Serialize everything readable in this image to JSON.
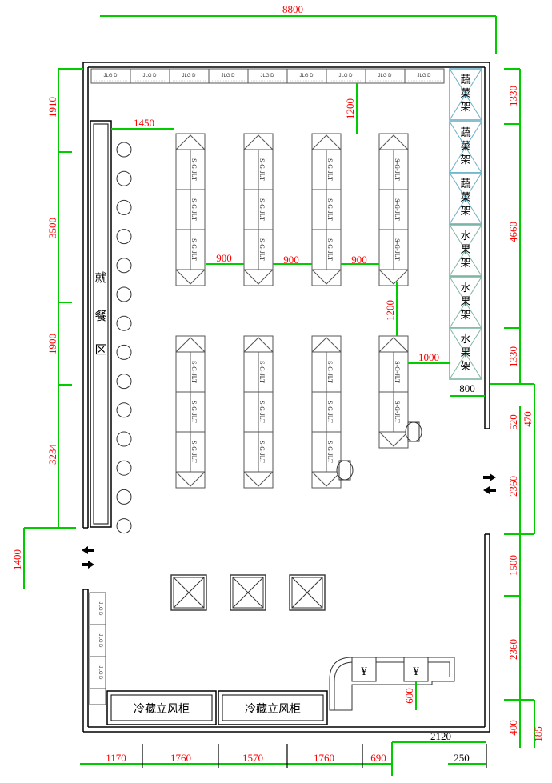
{
  "plan": {
    "top_dim": "8800",
    "left_dims": [
      "1910",
      "3500",
      "1900",
      "3234",
      "1400"
    ],
    "right_dims": [
      "1330",
      "4660",
      "1330",
      "520",
      "470",
      "2360",
      "1500",
      "2360",
      "400",
      "185"
    ],
    "bottom_dims": [
      "1170",
      "1760",
      "1570",
      "1760",
      "690",
      "2120",
      "250"
    ],
    "inner_dims": {
      "d1200_top": "1200",
      "d1450": "1450",
      "d900": [
        "900",
        "900",
        "900"
      ],
      "d1200_mid": "1200",
      "d1000": "1000",
      "d800": "800",
      "d600": "600"
    },
    "top_shelf_label": "JLG D",
    "left_shelf_label": "JLG D",
    "gondola_label": "S-G-JLT",
    "dining_area": [
      "就",
      "餐",
      "区"
    ],
    "veg_rack": [
      "蔬",
      "菜",
      "架"
    ],
    "fruit_rack": [
      "水",
      "果",
      "架"
    ],
    "fridge_label": "冷藏立风柜",
    "cashier_mark": "¥"
  }
}
